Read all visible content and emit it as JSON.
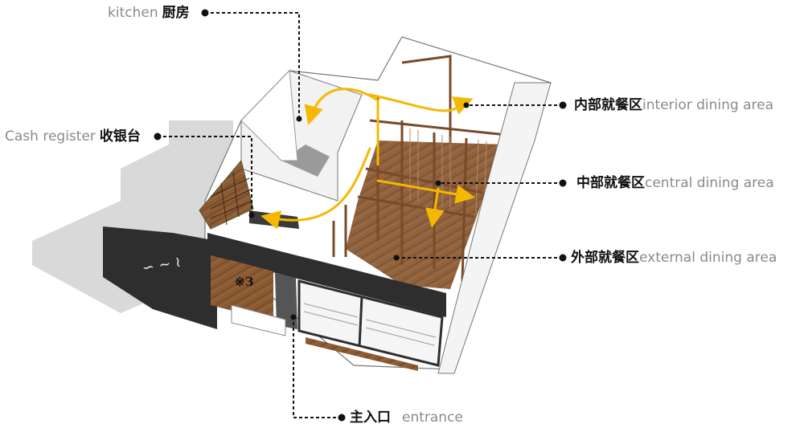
{
  "colors": {
    "flow_arrow": "#f5b800",
    "leader_line": "#111111",
    "wood": "#8a5a33",
    "shadow": "#d9d9d9",
    "dark_panel": "#2e2e2e",
    "label_en": "#8a8a8a",
    "label_cn": "#111111"
  },
  "labels": {
    "kitchen": {
      "en": "kitchen",
      "cn": "厨房"
    },
    "cash_register": {
      "en": "Cash register",
      "cn": "收银台"
    },
    "interior_dining": {
      "cn": "内部就餐区",
      "en": "interior dining area"
    },
    "central_dining": {
      "cn": "中部就餐区",
      "en": "central dining area"
    },
    "external_dining": {
      "cn": "外部就餐区",
      "en": "external dining area"
    },
    "entrance": {
      "cn": "主入口",
      "en": "entrance"
    }
  }
}
